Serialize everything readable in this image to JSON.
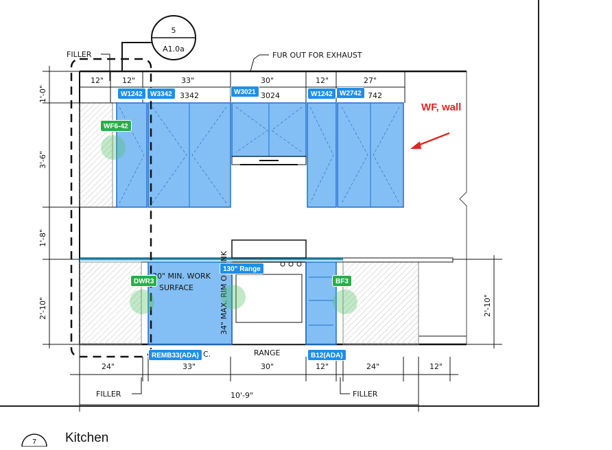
{
  "callout": {
    "number": "5",
    "sheet": "A1.0a"
  },
  "notes": {
    "filler_top": "FILLER",
    "fur_out": "FUR OUT FOR EXHAUST",
    "filler_bottom_left": "FILLER",
    "filler_bottom_right": "FILLER",
    "range": "RANGE",
    "min_work": "30\" MIN. WORK",
    "surface": "SURFACE",
    "rim_sink": "34\" MAX. RIM OF SINK",
    "sink_frag": "C."
  },
  "dims": {
    "top": [
      "12\"",
      "12\"",
      "33\"",
      "30\"",
      "12\"",
      "27\""
    ],
    "bottom": [
      "24\"",
      "33\"",
      "30\"",
      "12\"",
      "24\"",
      "12\""
    ],
    "total": "10'-9\"",
    "left": [
      "1'-0\"",
      "3'-6\"",
      "1'-8\"",
      "2'-10\""
    ],
    "right": "2'-10\""
  },
  "underlay_codes": [
    "3342",
    "3024",
    "742"
  ],
  "tags": [
    {
      "label": "W1242",
      "color": "blue"
    },
    {
      "label": "W3342",
      "color": "blue"
    },
    {
      "label": "W3021",
      "color": "blue"
    },
    {
      "label": "W1242",
      "color": "blue"
    },
    {
      "label": "W2742",
      "color": "blue"
    },
    {
      "label": "WF6-42",
      "color": "green"
    },
    {
      "label": "DWR3",
      "color": "green"
    },
    {
      "label": "130\" Range",
      "color": "blue"
    },
    {
      "label": "BF3",
      "color": "green"
    },
    {
      "label": "REMB33(ADA)",
      "color": "blue"
    },
    {
      "label": "B12(ADA)",
      "color": "blue"
    }
  ],
  "annotation": "WF, wall",
  "view_title": "Kitchen",
  "view_number": "7",
  "colors": {
    "cabinet_fill": "#5aaaf0",
    "cabinet_stroke": "#1e6fd0",
    "tag_blue": "#1e8fe8",
    "tag_green": "#27ae4a",
    "annotation_red": "#e02424"
  }
}
